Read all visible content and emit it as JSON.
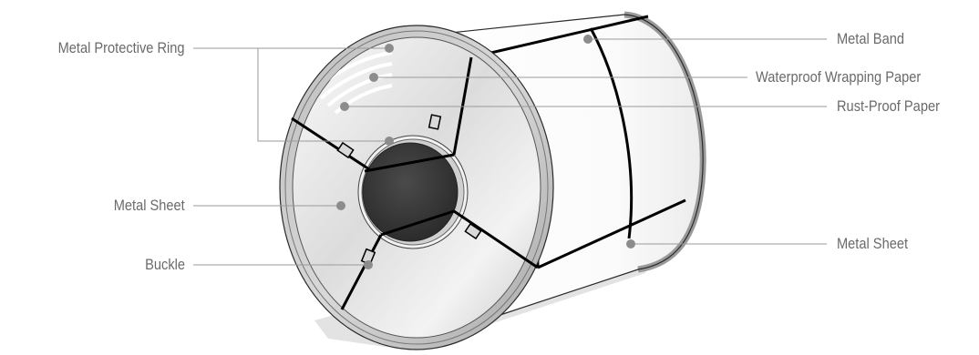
{
  "labels": {
    "metal_protective_ring": "Metal Protective Ring",
    "metal_sheet_left": "Metal Sheet",
    "buckle": "Buckle",
    "metal_band": "Metal Band",
    "waterproof_wrapping_paper": "Waterproof Wrapping Paper",
    "rust_proof_paper": "Rust-Proof Paper",
    "metal_sheet_right": "Metal Sheet"
  },
  "colors": {
    "label_text": "#6a6a6a",
    "leader_line": "#9a9a9a",
    "marker_dot": "#8c8c8c",
    "band": "#000000",
    "core": "#3a3a3a",
    "shadow": "#e4e4e4"
  }
}
